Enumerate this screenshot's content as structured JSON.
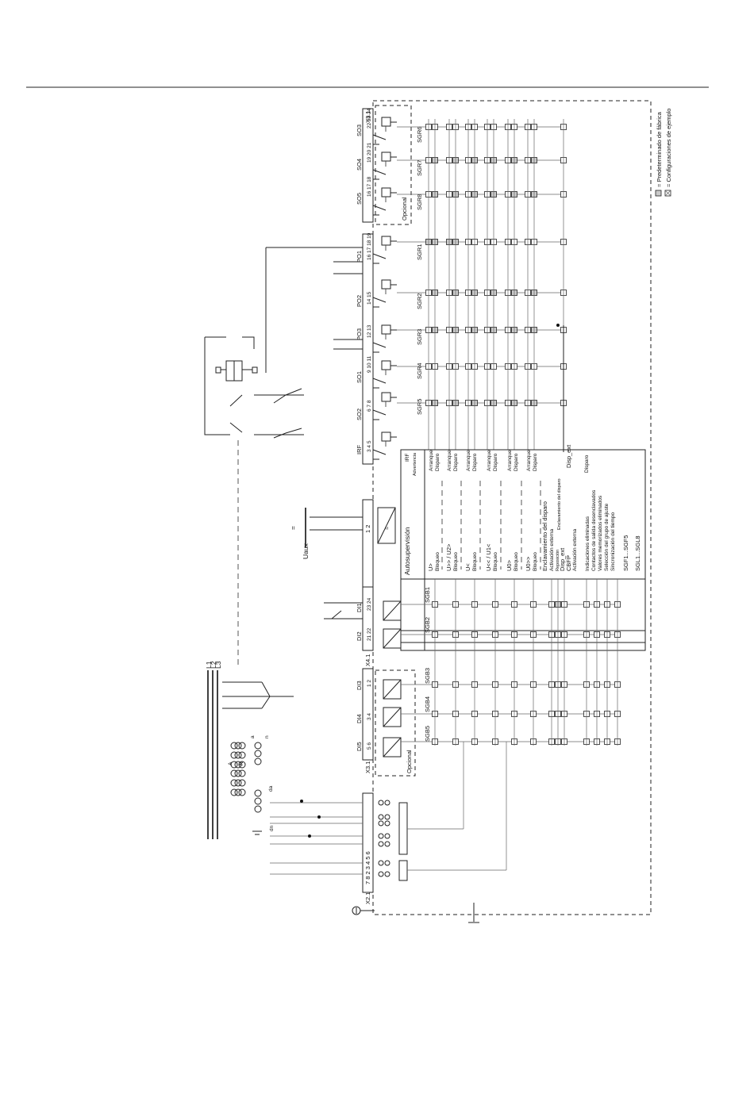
{
  "terminals": {
    "X3_1": "X3.1",
    "X4_1": "X4.1",
    "X3_1_bottom": "X3.1",
    "X2_1": "X2.1"
  },
  "outputs": [
    {
      "name": "SO3",
      "pins": "22 23 24",
      "group": "SGR6"
    },
    {
      "name": "SO4",
      "pins": "19 20 21",
      "group": "SGR7"
    },
    {
      "name": "SO5",
      "pins": "16 17 18",
      "group": "SGR8"
    },
    {
      "name": "PO1",
      "pins": "16 17 18  19",
      "group": "SGR1"
    },
    {
      "name": "PO2",
      "pins": "14 15",
      "group": "SGR2"
    },
    {
      "name": "PO3",
      "pins": "12 13",
      "group": "SGR3"
    },
    {
      "name": "SO1",
      "pins": "9 10 11",
      "group": "SGR4"
    },
    {
      "name": "SO2",
      "pins": "6 7 8",
      "group": "SGR5"
    },
    {
      "name": "IRF",
      "pins": "3 4 5",
      "group": ""
    }
  ],
  "optional_top": "Opcional",
  "optional_bottom": "Opcional",
  "aux": {
    "pins": "1       2",
    "label": "Uaux"
  },
  "inputs": [
    {
      "name": "DI1",
      "pins": "23 24",
      "group": "SGB1"
    },
    {
      "name": "DI2",
      "pins": "21 22",
      "group": "SGB2"
    },
    {
      "name": "DI3",
      "pins": "1   2",
      "group": "SGB3"
    },
    {
      "name": "DI4",
      "pins": "3   4",
      "group": "SGB4"
    },
    {
      "name": "DI5",
      "pins": "5   6",
      "group": "SGB5"
    }
  ],
  "analog_pins": "7  8  2  3  4  5  6",
  "lines": {
    "l1": "L1",
    "l2": "L2",
    "l3": "L3"
  },
  "vt_labels": {
    "a": "a",
    "n": "n",
    "A": "A",
    "N": "N",
    "da": "da",
    "dn": "dn"
  },
  "functions": {
    "autosup": "Autosupervisión",
    "irf": "IRF",
    "advertencia": "Advertencia",
    "u_gt": "U>",
    "bloqueo": "Bloqueo",
    "u_gtgt": "U>> / U2>",
    "u_lt": "U<",
    "u_ltlt": "U<< / U1<",
    "u0_gt": "U0>",
    "u0_gtgt": "U0>>",
    "arranque": "Arranque",
    "disparo": "Disparo",
    "enclav": "Enclavamiento del disparo",
    "activ_ext": "Activación externa",
    "reposicion": "Reposición",
    "enclav_small": "Enclavamiento del disparo",
    "disp_ext": "Disp_ext",
    "cbfp": "CBFP",
    "activ_ext2": "Activación externa",
    "ind_elim": "Indicaciones eliminadas",
    "contactos": "Contactos de salida desenclavados",
    "valores": "Valores memorizados eliminados",
    "seleccion": "Selección del grupo de ajuste",
    "sincron": "Sincronización del tiempo",
    "sgf": "SGF1...SGF5",
    "sgl": "SGL1...SGL8"
  },
  "legend": {
    "factory": "= Predeterminado de fábrica",
    "example": "= Configuraciones de ejemplo"
  },
  "colors": {
    "line": "#222222",
    "fill_default": "#c9c9c9"
  }
}
